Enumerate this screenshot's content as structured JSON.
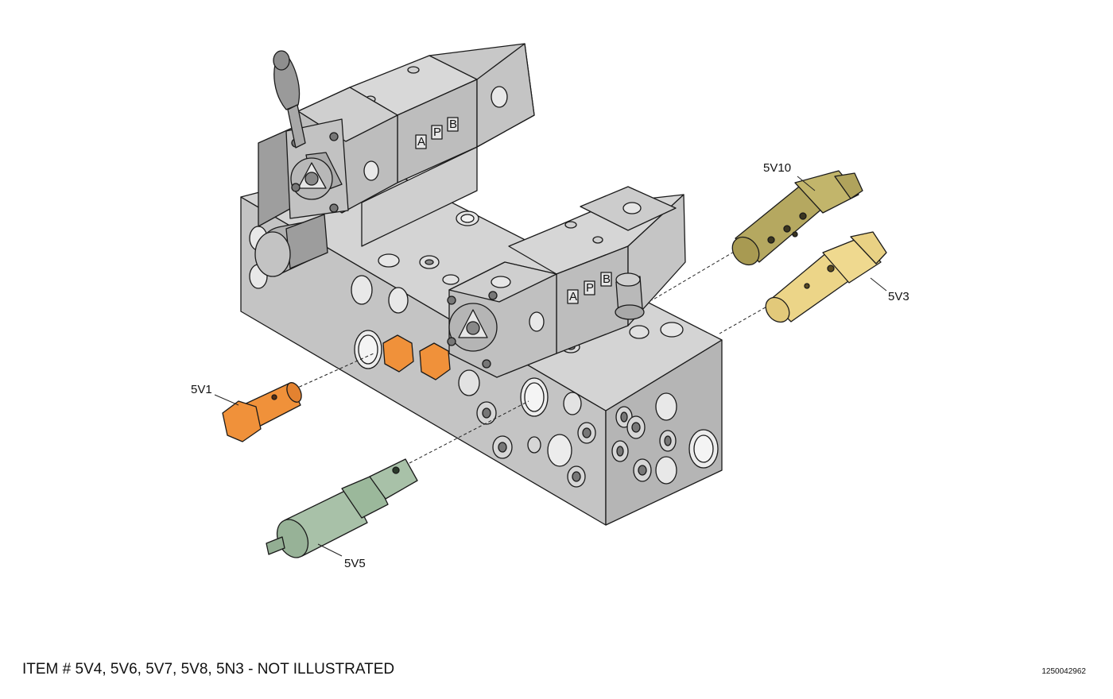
{
  "callouts": {
    "v10": "5V10",
    "v3": "5V3",
    "v1": "5V1",
    "v5": "5V5"
  },
  "port_marks": [
    "A",
    "P",
    "B"
  ],
  "footer_note": "ITEM # 5V4, 5V6, 5V7, 5V8, 5N3 - NOT ILLUSTRATED",
  "drawing_id": "1250042962",
  "colors": {
    "block": "#c9c9c9",
    "block_side": "#b3b3b3",
    "block_top": "#d6d6d6",
    "v1_orange": "#f0913a",
    "v10_olive": "#b9ac6a",
    "v3_gold": "#eed98a",
    "v5_green": "#a9c2a9"
  }
}
